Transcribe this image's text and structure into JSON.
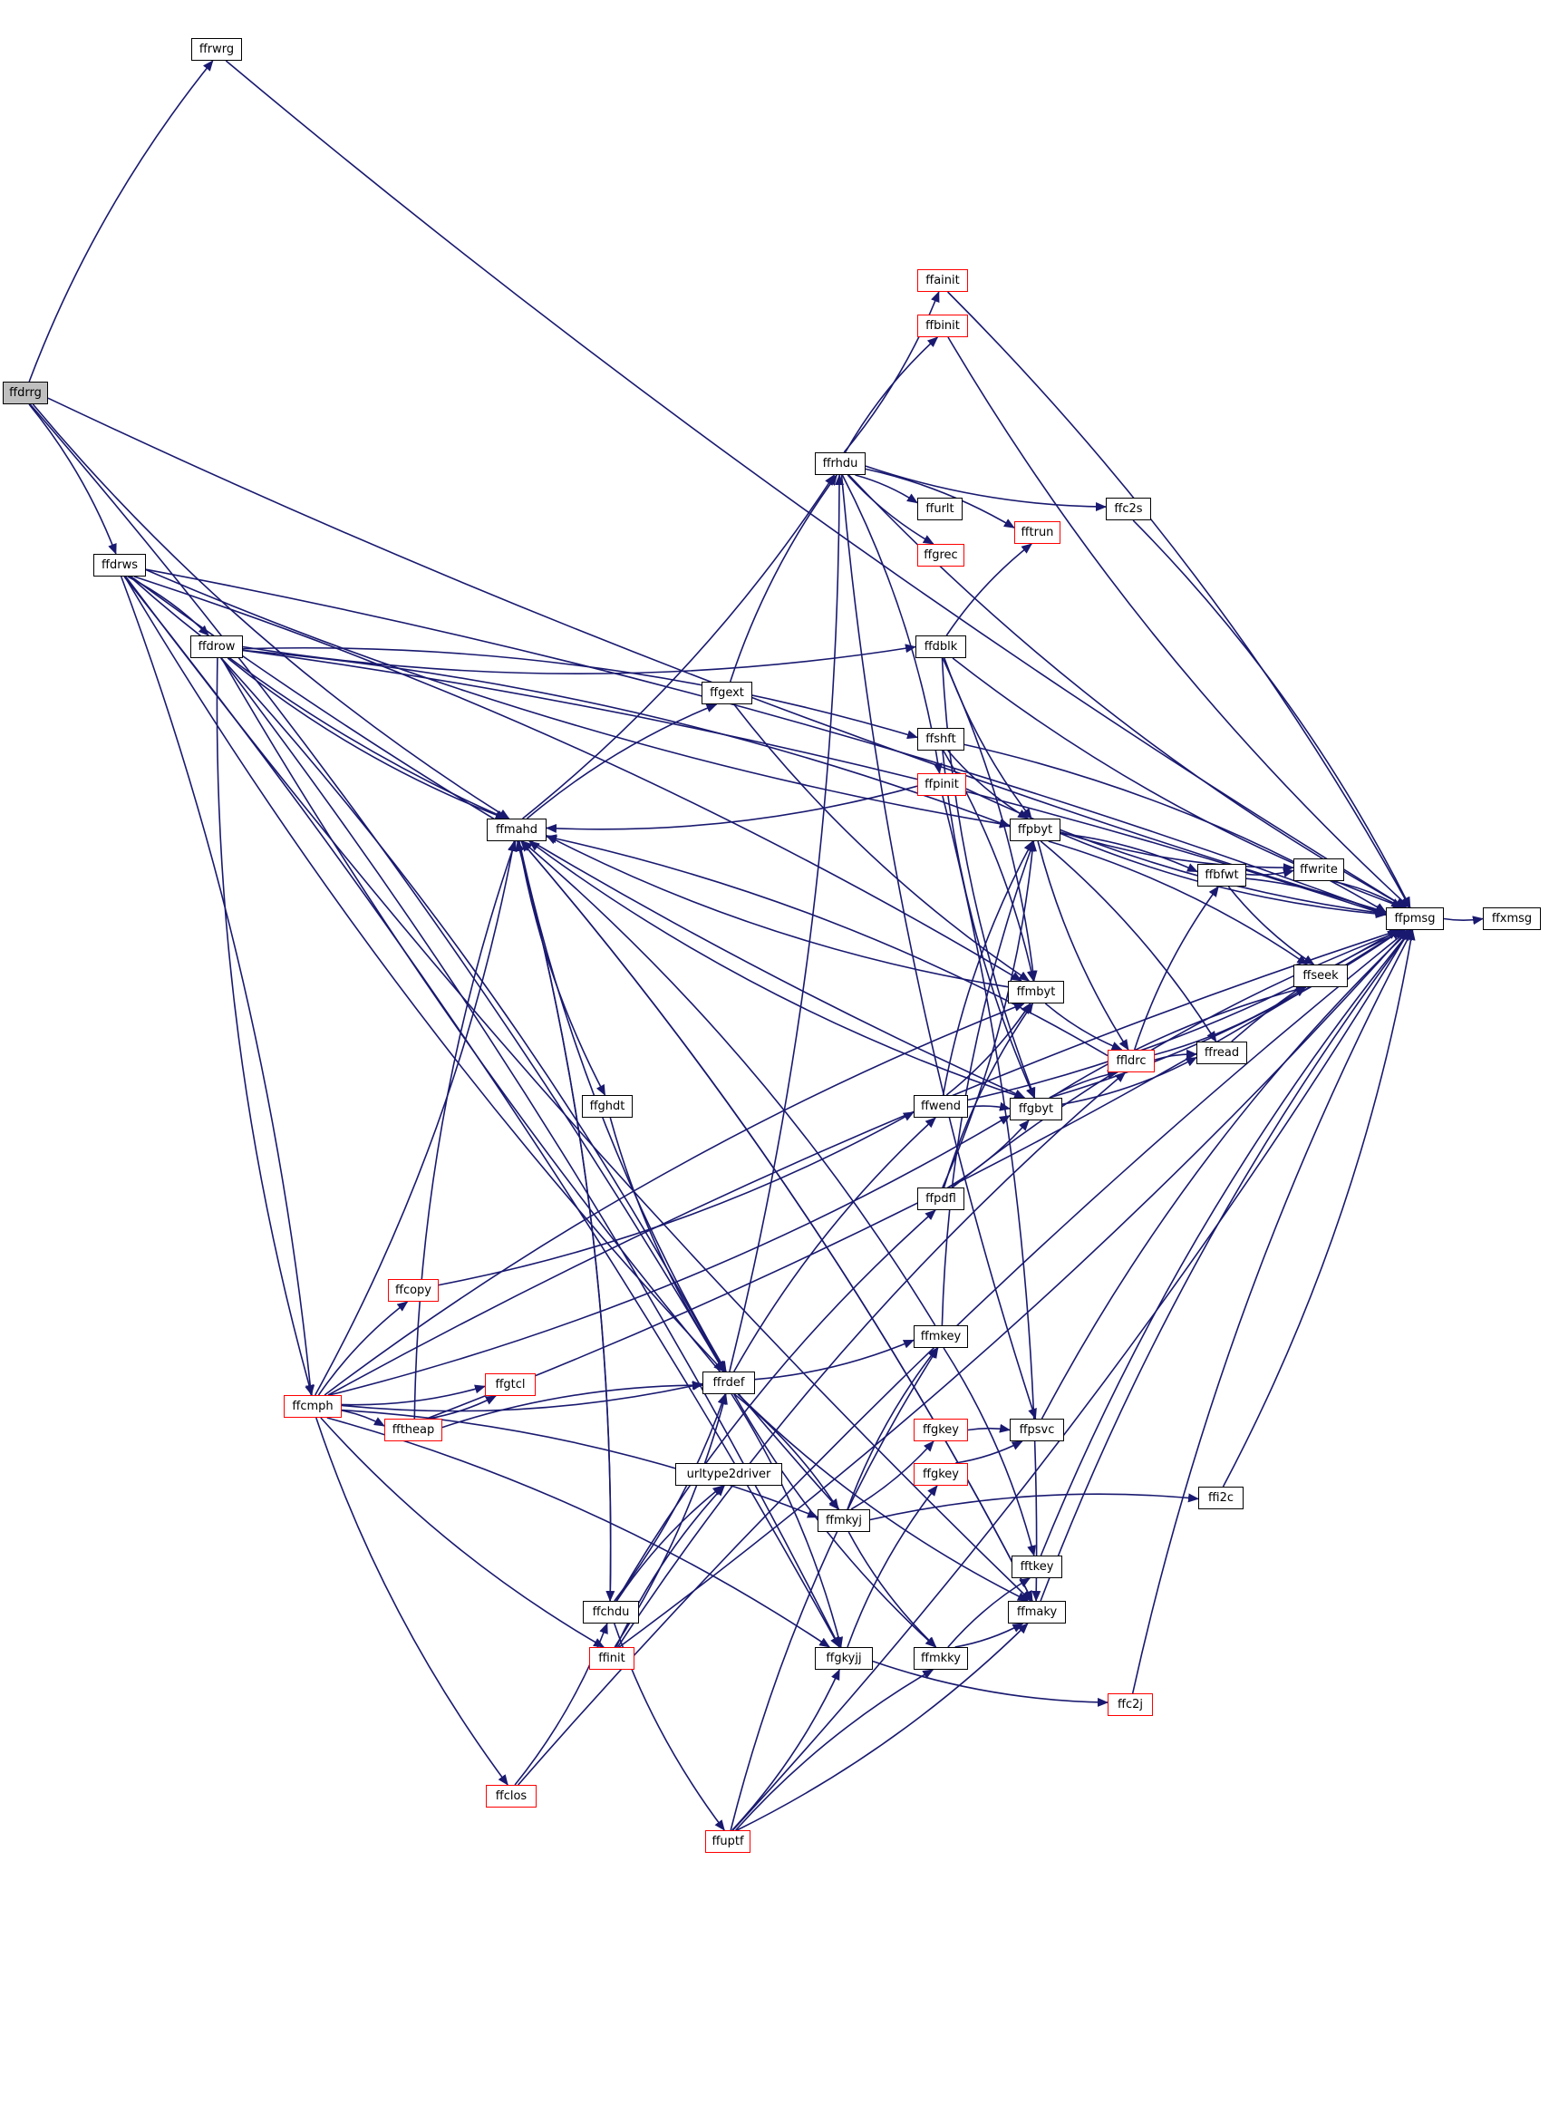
{
  "graph": {
    "edge_color": "#191970",
    "root_fill": "#bfbfbf",
    "external_border": "#ff0000",
    "nodes": {
      "ffdrrg": {
        "label": "ffdrrg",
        "root": true
      },
      "ffrwrg": {
        "label": "ffrwrg"
      },
      "ffdrws": {
        "label": "ffdrws"
      },
      "ffdrow": {
        "label": "ffdrow"
      },
      "ffmahd": {
        "label": "ffmahd"
      },
      "ffainit": {
        "label": "ffainit",
        "external": true
      },
      "ffbinit": {
        "label": "ffbinit",
        "external": true
      },
      "ffrhdu": {
        "label": "ffrhdu"
      },
      "ffurlt": {
        "label": "ffurlt"
      },
      "ffgrec": {
        "label": "ffgrec",
        "external": true
      },
      "fftrun": {
        "label": "fftrun",
        "external": true
      },
      "ffc2s": {
        "label": "ffc2s"
      },
      "ffdblk": {
        "label": "ffdblk"
      },
      "ffgext": {
        "label": "ffgext"
      },
      "ffshft": {
        "label": "ffshft"
      },
      "ffpinit": {
        "label": "ffpinit",
        "external": true
      },
      "ffpbyt": {
        "label": "ffpbyt"
      },
      "ffbfwt": {
        "label": "ffbfwt"
      },
      "ffwrite": {
        "label": "ffwrite"
      },
      "ffpmsg": {
        "label": "ffpmsg"
      },
      "ffxmsg": {
        "label": "ffxmsg"
      },
      "ffseek": {
        "label": "ffseek"
      },
      "ffmbyt": {
        "label": "ffmbyt"
      },
      "ffldrc": {
        "label": "ffldrc",
        "external": true
      },
      "ffread": {
        "label": "ffread"
      },
      "ffghdt": {
        "label": "ffghdt"
      },
      "ffwend": {
        "label": "ffwend"
      },
      "ffgbyt": {
        "label": "ffgbyt"
      },
      "ffpdfl": {
        "label": "ffpdfl"
      },
      "ffcopy": {
        "label": "ffcopy",
        "external": true
      },
      "ffmkey": {
        "label": "ffmkey"
      },
      "ffcmph": {
        "label": "ffcmph",
        "external": true
      },
      "ffgtcl": {
        "label": "ffgtcl",
        "external": true
      },
      "ffrdef": {
        "label": "ffrdef"
      },
      "fftheap": {
        "label": "fftheap",
        "external": true
      },
      "ffgkey": {
        "label": "ffgkey",
        "external": true
      },
      "ffpsvc": {
        "label": "ffpsvc"
      },
      "ffgkey2": {
        "label": "ffgkey",
        "external": true
      },
      "urltype2driver": {
        "label": "urltype2driver"
      },
      "ffmkyj": {
        "label": "ffmkyj"
      },
      "ffi2c": {
        "label": "ffi2c"
      },
      "fftkey": {
        "label": "fftkey"
      },
      "ffchdu": {
        "label": "ffchdu"
      },
      "ffmaky": {
        "label": "ffmaky"
      },
      "ffinit": {
        "label": "ffinit",
        "external": true
      },
      "ffgkyjj": {
        "label": "ffgkyjj"
      },
      "ffmkky": {
        "label": "ffmkky"
      },
      "ffc2j": {
        "label": "ffc2j",
        "external": true
      },
      "ffclos": {
        "label": "ffclos",
        "external": true
      },
      "ffuptf": {
        "label": "ffuptf",
        "external": true
      }
    },
    "edges": [
      [
        "ffdrrg",
        "ffrwrg"
      ],
      [
        "ffdrrg",
        "ffpmsg"
      ],
      [
        "ffdrrg",
        "ffdrws"
      ],
      [
        "ffdrrg",
        "ffmahd"
      ],
      [
        "ffdrrg",
        "ffrdef"
      ],
      [
        "ffrwrg",
        "ffpmsg"
      ],
      [
        "ffdrws",
        "ffpmsg"
      ],
      [
        "ffdrws",
        "ffpbyt"
      ],
      [
        "ffdrws",
        "ffdrow"
      ],
      [
        "ffdrws",
        "ffmahd"
      ],
      [
        "ffdrws",
        "ffmbyt"
      ],
      [
        "ffdrws",
        "ffgbyt"
      ],
      [
        "ffdrws",
        "ffcmph"
      ],
      [
        "ffdrws",
        "ffrdef"
      ],
      [
        "ffdrws",
        "ffgkyjj"
      ],
      [
        "ffdrws",
        "ffmaky"
      ],
      [
        "ffdrow",
        "ffpmsg"
      ],
      [
        "ffdrow",
        "ffdblk"
      ],
      [
        "ffdrow",
        "ffpbyt"
      ],
      [
        "ffdrow",
        "ffmahd"
      ],
      [
        "ffdrow",
        "ffshft"
      ],
      [
        "ffdrow",
        "ffcmph"
      ],
      [
        "ffdrow",
        "ffrdef"
      ],
      [
        "ffdrow",
        "ffmkyj"
      ],
      [
        "ffdrow",
        "ffgkyjj"
      ],
      [
        "ffmahd",
        "ffrhdu"
      ],
      [
        "ffmahd",
        "ffgext"
      ],
      [
        "ffmahd",
        "ffghdt"
      ],
      [
        "ffmahd",
        "ffchdu"
      ],
      [
        "ffmahd",
        "ffrdef"
      ],
      [
        "ffmahd",
        "ffmaky"
      ],
      [
        "ffrhdu",
        "ffainit"
      ],
      [
        "ffrhdu",
        "ffbinit"
      ],
      [
        "ffrhdu",
        "ffpmsg"
      ],
      [
        "ffrhdu",
        "ffurlt"
      ],
      [
        "ffrhdu",
        "ffgrec"
      ],
      [
        "ffrhdu",
        "fftrun"
      ],
      [
        "ffrhdu",
        "ffc2s"
      ],
      [
        "ffrhdu",
        "ffpinit"
      ],
      [
        "ffrhdu",
        "ffpsvc"
      ],
      [
        "ffainit",
        "ffpmsg"
      ],
      [
        "ffbinit",
        "ffpmsg"
      ],
      [
        "ffc2s",
        "ffpmsg"
      ],
      [
        "ffdblk",
        "ffpmsg"
      ],
      [
        "ffdblk",
        "fftrun"
      ],
      [
        "ffdblk",
        "ffpbyt"
      ],
      [
        "ffdblk",
        "ffmbyt"
      ],
      [
        "ffdblk",
        "ffgbyt"
      ],
      [
        "ffgext",
        "ffrhdu"
      ],
      [
        "ffgext",
        "ffmbyt"
      ],
      [
        "ffshft",
        "ffpmsg"
      ],
      [
        "ffshft",
        "ffpbyt"
      ],
      [
        "ffshft",
        "ffmbyt"
      ],
      [
        "ffshft",
        "ffgbyt"
      ],
      [
        "ffpinit",
        "ffmahd"
      ],
      [
        "ffpinit",
        "ffpmsg"
      ],
      [
        "ffpinit",
        "ffmaky"
      ],
      [
        "ffpbyt",
        "ffpmsg"
      ],
      [
        "ffpbyt",
        "ffbfwt"
      ],
      [
        "ffpbyt",
        "ffwrite"
      ],
      [
        "ffpbyt",
        "ffseek"
      ],
      [
        "ffpbyt",
        "ffldrc"
      ],
      [
        "ffpbyt",
        "ffread"
      ],
      [
        "ffbfwt",
        "ffwrite"
      ],
      [
        "ffbfwt",
        "ffpmsg"
      ],
      [
        "ffbfwt",
        "ffseek"
      ],
      [
        "ffwrite",
        "ffpmsg"
      ],
      [
        "ffpmsg",
        "ffxmsg"
      ],
      [
        "ffmbyt",
        "ffmahd"
      ],
      [
        "ffmbyt",
        "ffldrc"
      ],
      [
        "ffldrc",
        "ffbfwt"
      ],
      [
        "ffldrc",
        "ffseek"
      ],
      [
        "ffldrc",
        "ffread"
      ],
      [
        "ffldrc",
        "ffmahd"
      ],
      [
        "ffread",
        "ffpmsg"
      ],
      [
        "ffghdt",
        "ffrdef"
      ],
      [
        "ffwend",
        "ffpbyt"
      ],
      [
        "ffwend",
        "ffmbyt"
      ],
      [
        "ffwend",
        "ffgbyt"
      ],
      [
        "ffwend",
        "ffpmsg"
      ],
      [
        "ffgbyt",
        "ffldrc"
      ],
      [
        "ffgbyt",
        "ffread"
      ],
      [
        "ffgbyt",
        "ffseek"
      ],
      [
        "ffgbyt",
        "ffpmsg"
      ],
      [
        "ffgbyt",
        "ffmahd"
      ],
      [
        "ffpdfl",
        "ffpbyt"
      ],
      [
        "ffpdfl",
        "ffmbyt"
      ],
      [
        "ffpdfl",
        "ffgbyt"
      ],
      [
        "ffpdfl",
        "ffpmsg"
      ],
      [
        "ffcopy",
        "ffwend"
      ],
      [
        "ffmkey",
        "ffpbyt"
      ],
      [
        "ffmkey",
        "ffmahd"
      ],
      [
        "ffmkey",
        "fftkey"
      ],
      [
        "ffcmph",
        "ffmahd"
      ],
      [
        "ffcmph",
        "ffcopy"
      ],
      [
        "ffcmph",
        "ffgtcl"
      ],
      [
        "ffcmph",
        "fftheap"
      ],
      [
        "ffcmph",
        "ffrdef"
      ],
      [
        "ffcmph",
        "ffmbyt"
      ],
      [
        "ffcmph",
        "ffgbyt"
      ],
      [
        "ffcmph",
        "ffmkyj"
      ],
      [
        "ffcmph",
        "ffinit"
      ],
      [
        "ffcmph",
        "ffgkyjj"
      ],
      [
        "ffcmph",
        "ffclos"
      ],
      [
        "ffcmph",
        "ffpmsg"
      ],
      [
        "ffrdef",
        "ffrhdu"
      ],
      [
        "ffrdef",
        "ffwend"
      ],
      [
        "ffrdef",
        "ffmkey"
      ],
      [
        "ffrdef",
        "ffmkyj"
      ],
      [
        "ffrdef",
        "ffmaky"
      ],
      [
        "ffrdef",
        "ffgkyjj"
      ],
      [
        "ffrdef",
        "ffmkky"
      ],
      [
        "fftheap",
        "ffmahd"
      ],
      [
        "fftheap",
        "ffgtcl"
      ],
      [
        "fftheap",
        "ffrdef"
      ],
      [
        "fftheap",
        "ffpmsg"
      ],
      [
        "ffgkey",
        "ffpsvc"
      ],
      [
        "ffgkey2",
        "ffpsvc"
      ],
      [
        "ffpsvc",
        "ffpmsg"
      ],
      [
        "ffmkyj",
        "ffgkey"
      ],
      [
        "ffmkyj",
        "ffi2c"
      ],
      [
        "ffmkyj",
        "ffmkky"
      ],
      [
        "ffmkyj",
        "ffmkey"
      ],
      [
        "ffi2c",
        "ffpmsg"
      ],
      [
        "fftkey",
        "ffpmsg"
      ],
      [
        "ffchdu",
        "ffmahd"
      ],
      [
        "ffchdu",
        "urltype2driver"
      ],
      [
        "ffchdu",
        "ffrdef"
      ],
      [
        "ffchdu",
        "ffpdfl"
      ],
      [
        "ffchdu",
        "ffuptf"
      ],
      [
        "ffmaky",
        "ffpmsg"
      ],
      [
        "ffmaky",
        "ffmahd"
      ],
      [
        "ffinit",
        "urltype2driver"
      ],
      [
        "ffinit",
        "ffrdef"
      ],
      [
        "ffinit",
        "ffldrc"
      ],
      [
        "ffinit",
        "ffpmsg"
      ],
      [
        "ffgkyjj",
        "ffgkey2"
      ],
      [
        "ffgkyjj",
        "ffc2j"
      ],
      [
        "ffmkky",
        "fftkey"
      ],
      [
        "ffmkky",
        "ffmaky"
      ],
      [
        "ffc2j",
        "ffpmsg"
      ],
      [
        "ffclos",
        "ffchdu"
      ],
      [
        "ffclos",
        "ffpmsg"
      ],
      [
        "ffuptf",
        "ffgkyjj"
      ],
      [
        "ffuptf",
        "ffmkky"
      ],
      [
        "ffuptf",
        "ffmaky"
      ],
      [
        "ffuptf",
        "ffmkey"
      ],
      [
        "ffuptf",
        "ffpmsg"
      ]
    ]
  }
}
